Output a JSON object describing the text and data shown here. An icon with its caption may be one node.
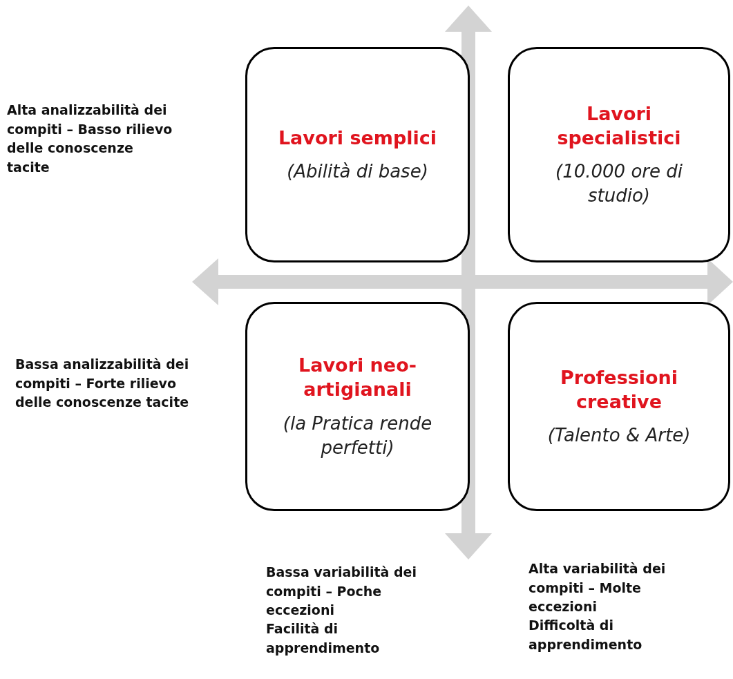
{
  "diagram": {
    "nodes": [
      {
        "text": [
          "Lavori semplici",
          "(Abilità di base)"
        ]
      },
      {
        "text": [
          "Lavori specialistici",
          "(10.000 ore di studio)"
        ]
      },
      {
        "text": [
          "Lavori neo-artigianali",
          "(la Pratica rende perfetti)"
        ]
      },
      {
        "text": [
          "Professioni creative",
          "(Talento & Arte)"
        ]
      }
    ],
    "edges": [],
    "labels": [
      "Alta analizzabilità dei compiti – Basso rilievo delle conoscenze tacite",
      "Bassa analizzabilità dei compiti – Forte rilievo delle conoscenze tacite",
      "Bassa variabilità dei compiti – Poche eccezioni",
      "Facilità di apprendimento",
      "Alta variabilità dei compiti – Molte eccezioni",
      "Difficoltà di apprendimento"
    ]
  }
}
